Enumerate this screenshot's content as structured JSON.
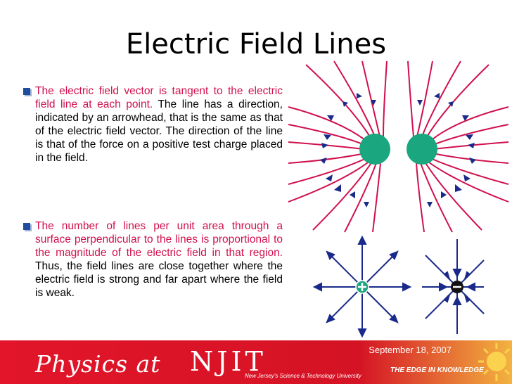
{
  "title": "Electric Field Lines",
  "bullet1": {
    "red": "The electric field vector is tangent to the electric field line at each point.",
    "black": "The line has a direction, indicated by an arrowhead, that is the same as that of the electric field vector. The direction of the line is that of the force on a positive test charge placed in the field."
  },
  "bullet2": {
    "red": "The number of lines per unit area through a surface perpendicular to the lines is proportional to the magnitude of the electric field in that region.",
    "black": "Thus, the field lines are close together where the electric field is strong and far apart where the field is weak."
  },
  "footer": {
    "date": "September 18, 2007",
    "physics_at": "Physics at",
    "njit": "NJIT",
    "njit_tagline": "New Jersey's Science & Technology University",
    "edge": "THE EDGE IN KNOWLEDGE"
  },
  "colors": {
    "field_lines": "#d0104c",
    "charges": "#1aa67e",
    "arrows": "#1a2a8a",
    "footer": "#d41324"
  },
  "icons": [
    "square-bullet-icon",
    "plus-charge-icon",
    "minus-charge-icon",
    "sun-icon"
  ]
}
